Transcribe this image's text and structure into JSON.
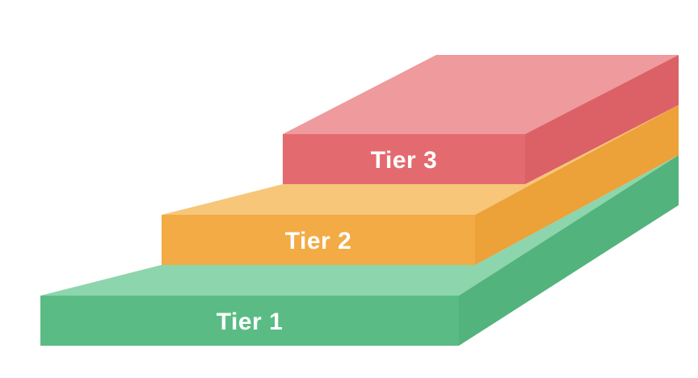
{
  "diagram": {
    "type": "tiered-staircase",
    "background": "#ffffff",
    "label_color": "#ffffff",
    "tiers": [
      {
        "label": "Tier 1",
        "front_color": "#5abc84",
        "top_color": "#8dd5ac",
        "side_color": "#52b37c"
      },
      {
        "label": "Tier 2",
        "front_color": "#f3ab45",
        "top_color": "#f7c678",
        "side_color": "#eca139"
      },
      {
        "label": "Tier 3",
        "front_color": "#e36b70",
        "top_color": "#ef9a9d",
        "side_color": "#dc6166"
      }
    ]
  }
}
